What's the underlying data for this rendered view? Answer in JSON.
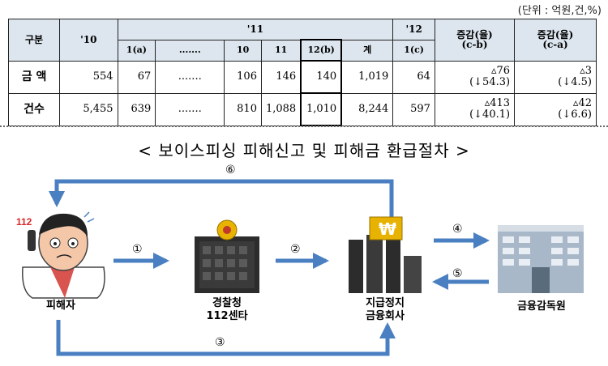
{
  "unit_note": "(단위 : 억원,건,%)",
  "table": {
    "col_gubun": "구분",
    "col_y10": "'10",
    "col_y11": "'11",
    "col_y12": "'12",
    "col_change1": "증감(율)",
    "col_change1_sub": "(c-b)",
    "col_change2": "증감(율)",
    "col_change2_sub": "(c-a)",
    "sub_1a": "1(a)",
    "sub_dots": ".......",
    "sub_10": "10",
    "sub_11": "11",
    "sub_12b": "12(b)",
    "sub_total": "계",
    "sub_1c": "1(c)",
    "rows": [
      {
        "label": "금 액",
        "y10": "554",
        "m1": "67",
        "dots": ".......",
        "m10": "106",
        "m11": "146",
        "m12": "140",
        "total": "1,019",
        "c": "64",
        "chg1_a": "▵76",
        "chg1_b": "(↓54.3)",
        "chg2_a": "▵3",
        "chg2_b": "(↓4.5)"
      },
      {
        "label": "건수",
        "y10": "5,455",
        "m1": "639",
        "dots": ".......",
        "m10": "810",
        "m11": "1,088",
        "m12": "1,010",
        "total": "8,244",
        "c": "597",
        "chg1_a": "▵413",
        "chg1_b": "(↓40.1)",
        "chg2_a": "▵42",
        "chg2_b": "(↓6.6)"
      }
    ]
  },
  "diagram": {
    "title": "< 보이스피싱 피해신고 및 피해금 환급절차 >",
    "victim": "피해자",
    "police_line1": "경찰청",
    "police_line2": "112센타",
    "bank_line1": "지급정지",
    "bank_line2": "금융회사",
    "fss": "금융감독원",
    "phone_text": "112",
    "step1": "①",
    "step2": "②",
    "step3": "③",
    "step4": "④",
    "step5": "⑤",
    "step6": "⑥",
    "won_symbol": "₩",
    "colors": {
      "arrow": "#4a7fc1",
      "building": "#2c2c2c",
      "gold": "#e8b200",
      "fss_building": "#a8b8c8"
    }
  }
}
